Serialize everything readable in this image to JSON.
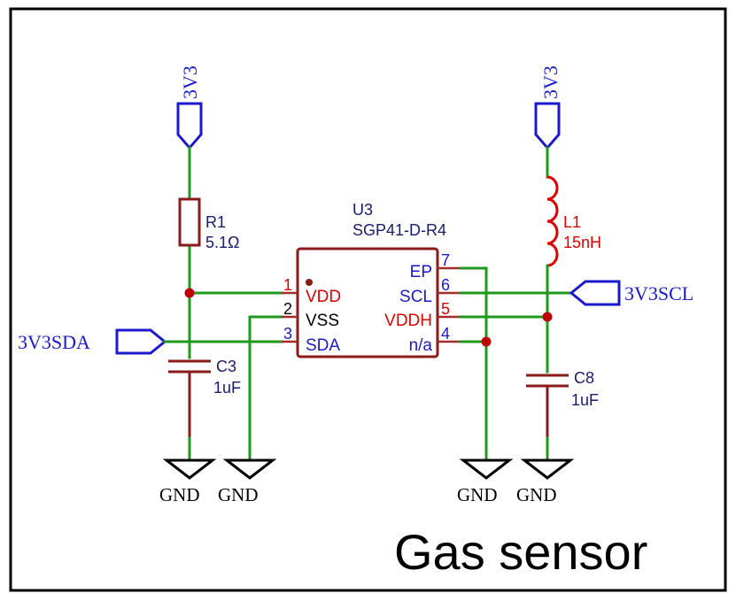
{
  "title": "Gas sensor",
  "power_labels": {
    "left": "3V3",
    "right": "3V3"
  },
  "net_labels": {
    "sda": "3V3SDA",
    "scl": "3V3SCL"
  },
  "ground_labels": [
    "GND",
    "GND",
    "GND",
    "GND"
  ],
  "components": {
    "r1": {
      "ref": "R1",
      "value": "5.1Ω"
    },
    "c3": {
      "ref": "C3",
      "value": "1uF"
    },
    "l1": {
      "ref": "L1",
      "value": "15nH"
    },
    "c8": {
      "ref": "C8",
      "value": "1uF"
    },
    "u3": {
      "ref": "U3",
      "value": "SGP41-D-R4"
    }
  },
  "u3_pins": {
    "left": [
      {
        "number": "1",
        "name": "VDD"
      },
      {
        "number": "2",
        "name": "VSS"
      },
      {
        "number": "3",
        "name": "SDA"
      }
    ],
    "right": [
      {
        "number": "7",
        "name": "EP"
      },
      {
        "number": "6",
        "name": "SCL"
      },
      {
        "number": "5",
        "name": "VDDH"
      },
      {
        "number": "4",
        "name": "n/a"
      }
    ]
  },
  "colors": {
    "wire": "#1f9a1f",
    "component": "#8b1a1a",
    "net_label": "#1a1acc",
    "power_pin": "#e00000",
    "frame": "#000000"
  }
}
